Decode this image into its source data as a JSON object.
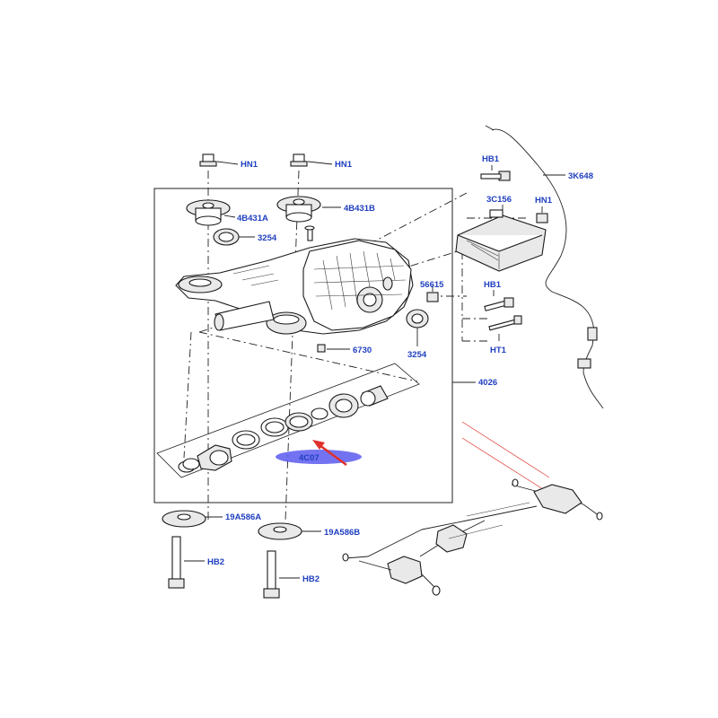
{
  "labels": {
    "hn1_a": "HN1",
    "hn1_b": "HN1",
    "hn1_c": "HN1",
    "b4431a": "4B431A",
    "b4431b": "4B431B",
    "seal_3254_a": "3254",
    "seal_3254_b": "3254",
    "hb1_a": "HB1",
    "hb1_b": "HB1",
    "c3156": "3C156",
    "k3648": "3K648",
    "p56615": "56615",
    "ht1": "HT1",
    "p6730": "6730",
    "p4026": "4026",
    "p4c07": "4C07",
    "a19586a": "19A586A",
    "a19586b": "19A586B",
    "hb2_a": "HB2",
    "hb2_b": "HB2"
  },
  "colors": {
    "label": "#1f3fbf",
    "highlight": "#5b5bf0",
    "arrow": "#e0302a",
    "line": "#222222"
  }
}
